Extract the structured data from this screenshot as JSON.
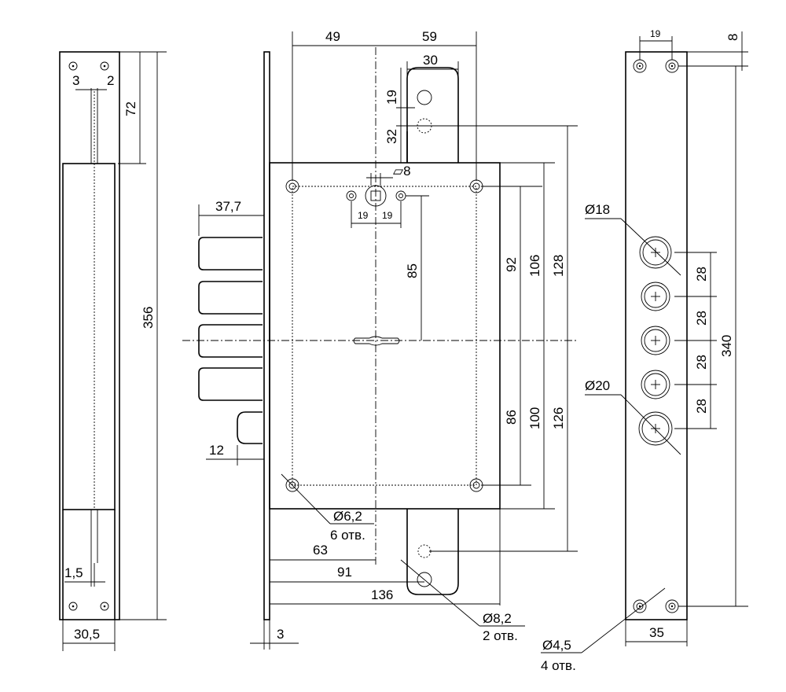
{
  "dimensions": {
    "d49": "49",
    "d59": "59",
    "d30": "30",
    "d19a": "19",
    "d32": "32",
    "sq8": "▱8",
    "d19b": "19",
    "d19c": "19",
    "d37_7": "37,7",
    "d85": "85",
    "d92": "92",
    "d106": "106",
    "d128": "128",
    "d86": "86",
    "d100": "100",
    "d126": "126",
    "d12": "12",
    "hole62": "Ø6,2",
    "holes6": "6 отв.",
    "d63": "63",
    "d91": "91",
    "d136": "136",
    "d3b": "3",
    "hole82": "Ø8,2",
    "holes2": "2 отв.",
    "d3": "3",
    "d2": "2",
    "d72": "72",
    "d356": "356",
    "d1_5": "1,5",
    "d30_5": "30,5",
    "d19top": "19",
    "d8top": "8",
    "dia18": "Ø18",
    "dia20": "Ø20",
    "d28a": "28",
    "d28b": "28",
    "d28c": "28",
    "d28d": "28",
    "d340": "340",
    "d35": "35",
    "hole45": "Ø4,5",
    "holes4": "4 отв."
  }
}
